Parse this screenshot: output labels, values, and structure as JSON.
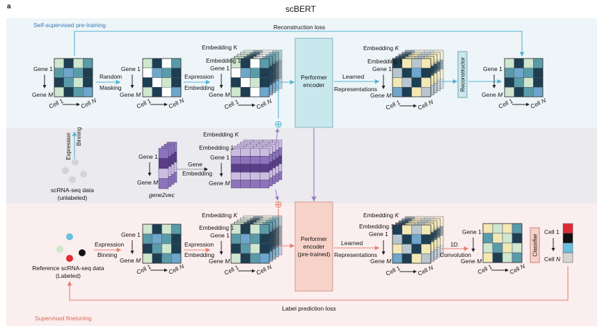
{
  "panel_letter": "a",
  "title": "scBERT",
  "sections": {
    "pretraining": "Self-supervised pre-training",
    "finetuning": "Supervised finetuning"
  },
  "losses": {
    "reconstruction": "Reconstruction loss",
    "label_prediction": "Label prediction loss"
  },
  "axes": {
    "gene_first": "Gene 1",
    "gene_last_prefix": "Gene ",
    "gene_last_var": "M",
    "cell_first": "Cell 1",
    "cell_last_prefix": "Cell ",
    "cell_last_var": "N"
  },
  "embedding": {
    "k_prefix": "Embedding ",
    "k_plain": "K",
    "k_var": "K",
    "one": "Embedding 1"
  },
  "steps": {
    "random": "Random",
    "masking": "Masking",
    "expression": "Expression",
    "embedding": "Embedding",
    "binning": "Binning",
    "learned": "Learned",
    "representations": "Representations",
    "gene": "Gene",
    "one_d": "1D",
    "convolution": "Convolution",
    "gene2vec": "gene2vec"
  },
  "modules": {
    "performer": "Performer",
    "encoder": "encoder",
    "pretrained": "(pre-trained)",
    "reconstructor": "Reconstructor",
    "classifier": "Classifier"
  },
  "data": {
    "unlabeled_1": "scRNA-seq data",
    "unlabeled_2": "(unlabeled)",
    "labeled_1": "Reference scRNA-seq data",
    "labeled_2": "(Labeled)"
  },
  "plus_sign": "⊕",
  "colors": {
    "band_top": "#eef5f8",
    "band_mid": "#ebeaee",
    "band_bottom": "#fbeeee",
    "arrow_blue": "#52b4d2",
    "arrow_red": "#e6806f",
    "arrow_purple": "#9c7cc6",
    "encoder_top": "#c9e8ee",
    "encoder_bottom": "#f7d2c8",
    "cell_dark": "#1e3e52",
    "cell_teal": "#5a9baa",
    "cell_green": "#cfe6cf",
    "cell_white": "#ffffff",
    "cell_blue": "#6ea6cc",
    "cell_yellow": "#f3e8b4",
    "cell_grey": "#b8c6d0",
    "purple_dark": "#5a3f88",
    "purple_mid": "#8d74ba",
    "purple_light": "#cbbde0",
    "dot_blue": "#6bbfe0",
    "dot_green": "#cde8c6",
    "dot_red": "#e02a34",
    "dot_black": "#111111",
    "dot_grey": "#d4d4d4"
  }
}
